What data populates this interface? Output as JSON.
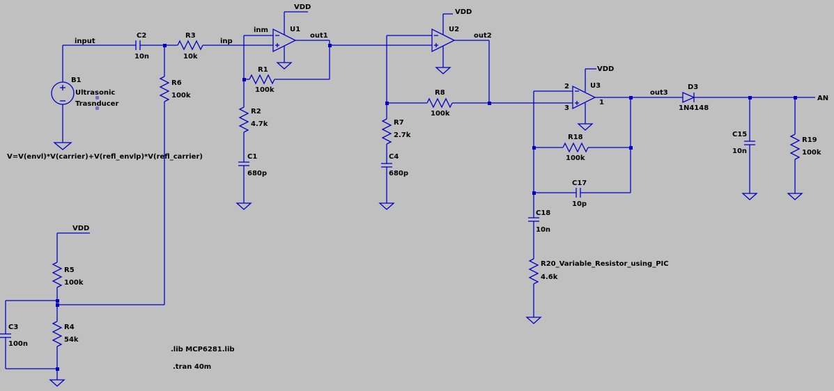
{
  "colors": {
    "background": "#c0c0c0",
    "wire": "#0000c8",
    "text": "#000000"
  },
  "nets": {
    "input": "input",
    "inp": "inp",
    "inm": "inm",
    "out1": "out1",
    "out2": "out2",
    "out3": "out3",
    "an": "AN"
  },
  "supplies": {
    "u1_vdd": "VDD",
    "u2_vdd": "VDD",
    "u3_vdd": "VDD",
    "bias_vdd": "VDD"
  },
  "opamps": {
    "u1": "U1",
    "u2": "U2",
    "u3": "U3",
    "u3_pin_inv": "2",
    "u3_pin_noninv": "3",
    "u3_pin_out": "1"
  },
  "source": {
    "name": "B1",
    "label_line1": "Ultrasonic",
    "label_line2": "Trasnducer",
    "expression": "V=V(envl)*V(carrier)+V(refl_envlp)*V(refl_carrier)"
  },
  "components": {
    "c2": {
      "name": "C2",
      "value": "10n"
    },
    "r3": {
      "name": "R3",
      "value": "10k"
    },
    "r6": {
      "name": "R6",
      "value": "100k"
    },
    "r1": {
      "name": "R1",
      "value": "100k"
    },
    "r2": {
      "name": "R2",
      "value": "4.7k"
    },
    "c1": {
      "name": "C1",
      "value": "680p"
    },
    "r7": {
      "name": "R7",
      "value": "2.7k"
    },
    "c4": {
      "name": "C4",
      "value": "680p"
    },
    "r8": {
      "name": "R8",
      "value": "100k"
    },
    "r18": {
      "name": "R18",
      "value": "100k"
    },
    "c17": {
      "name": "C17",
      "value": "10p"
    },
    "c18": {
      "name": "C18",
      "value": "10n"
    },
    "r20": {
      "name": "R20_Variable_Resistor_using_PIC",
      "value": "4.6k"
    },
    "d3": {
      "name": "D3",
      "value": "1N4148"
    },
    "c15": {
      "name": "C15",
      "value": "10n"
    },
    "r19": {
      "name": "R19",
      "value": "100k"
    },
    "r5": {
      "name": "R5",
      "value": "100k"
    },
    "r4": {
      "name": "R4",
      "value": "54k"
    },
    "c3": {
      "name": "C3",
      "value": "100n"
    }
  },
  "directives": {
    "lib": ".lib MCP6281.lib",
    "tran": ".tran 40m"
  }
}
